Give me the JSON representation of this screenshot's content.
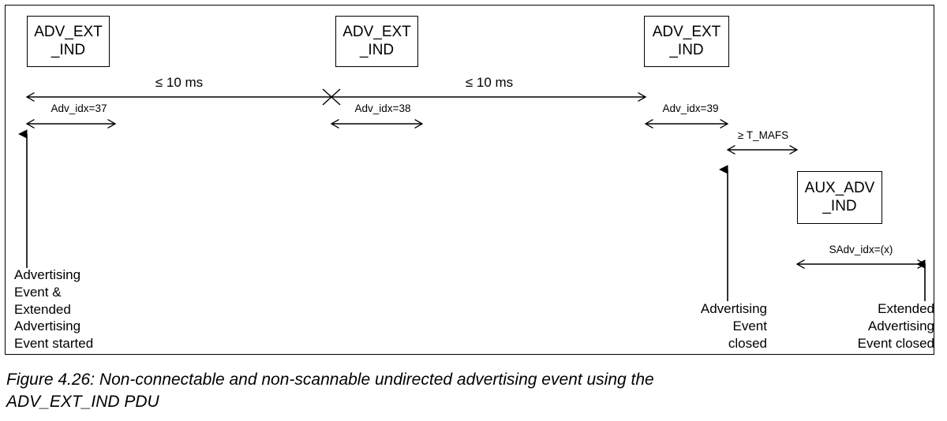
{
  "figure": {
    "caption": "Figure 4.26:  Non-connectable and non-scannable undirected advertising event using the\nADV_EXT_IND PDU",
    "ink_color": "#000000",
    "background": "#ffffff"
  },
  "pdus": [
    {
      "name": "adv-ext-ind-1",
      "line1": "ADV_EXT",
      "line2": "_IND"
    },
    {
      "name": "adv-ext-ind-2",
      "line1": "ADV_EXT",
      "line2": "_IND"
    },
    {
      "name": "adv-ext-ind-3",
      "line1": "ADV_EXT",
      "line2": "_IND"
    },
    {
      "name": "aux-adv-ind",
      "line1": "AUX_ADV",
      "line2": "_IND"
    }
  ],
  "intervals": [
    {
      "name": "interval-advevent-1",
      "label": "≤ 10 ms"
    },
    {
      "name": "interval-advevent-2",
      "label": "≤ 10 ms"
    },
    {
      "name": "interval-adv-idx-37",
      "label": "Adv_idx=37"
    },
    {
      "name": "interval-adv-idx-38",
      "label": "Adv_idx=38"
    },
    {
      "name": "interval-adv-idx-39",
      "label": "Adv_idx=39"
    },
    {
      "name": "interval-t-mafs",
      "label": "≥ T_MAFS"
    },
    {
      "name": "interval-sadv-idx",
      "label": "SAdv_idx=(x)"
    }
  ],
  "events": [
    {
      "name": "event-advertising-started",
      "text": "Advertising\nEvent &\nExtended\nAdvertising\nEvent  started",
      "align": "left"
    },
    {
      "name": "event-advertising-closed",
      "text": "Advertising\nEvent\nclosed",
      "align": "right"
    },
    {
      "name": "event-extended-advertising-closed",
      "text": "Extended\nAdvertising\nEvent closed",
      "align": "right"
    }
  ]
}
